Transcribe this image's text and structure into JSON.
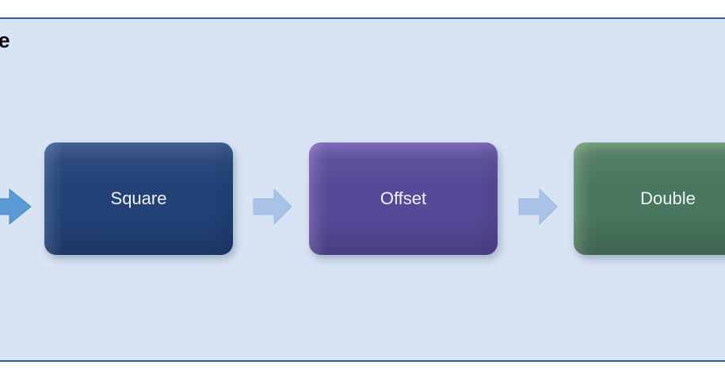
{
  "slide": {
    "title": "flow Pipeline",
    "background_color": "#d8e4f4",
    "border_color": "#2e6096"
  },
  "pipeline": {
    "input_arrow": {
      "icon": "arrow-right-icon",
      "color": "#5b9bd5"
    },
    "nodes": [
      {
        "label": "Square",
        "fill_color": "#1f4481",
        "text_color": "#f2f4f8"
      },
      {
        "label": "Offset",
        "fill_color": "#6b4fb0",
        "text_color": "#f2f4f8"
      },
      {
        "label": "Double",
        "fill_color": "#58905e",
        "text_color": "#f2f4f8"
      }
    ],
    "connectors": [
      {
        "icon": "arrow-right-icon",
        "color": "#a8c3e5"
      },
      {
        "icon": "arrow-right-icon",
        "color": "#a8c3e5"
      }
    ]
  }
}
